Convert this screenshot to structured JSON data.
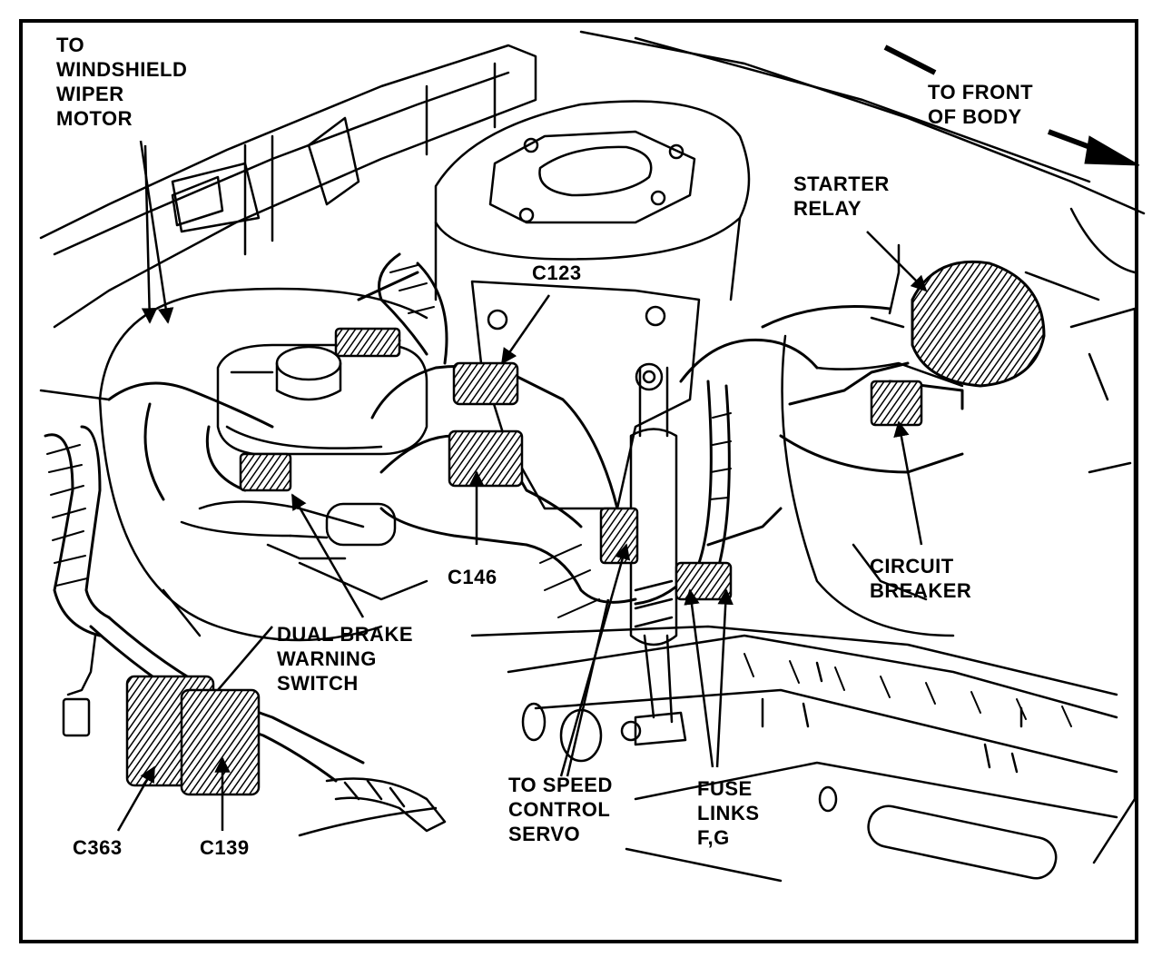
{
  "labels": {
    "wiper": [
      "TO",
      "WINDSHIELD",
      "WIPER",
      "MOTOR"
    ],
    "front": [
      "TO FRONT",
      "OF BODY"
    ],
    "starter": [
      "STARTER",
      "RELAY"
    ],
    "c123": "C123",
    "c146": "C146",
    "circuit": [
      "CIRCUIT",
      "BREAKER"
    ],
    "dual": [
      "DUAL BRAKE",
      "WARNING",
      "SWITCH"
    ],
    "speed": [
      "TO SPEED",
      "CONTROL",
      "SERVO"
    ],
    "fuse": [
      "FUSE",
      "LINKS",
      "F,G"
    ],
    "c363": "C363",
    "c139": "C139"
  }
}
